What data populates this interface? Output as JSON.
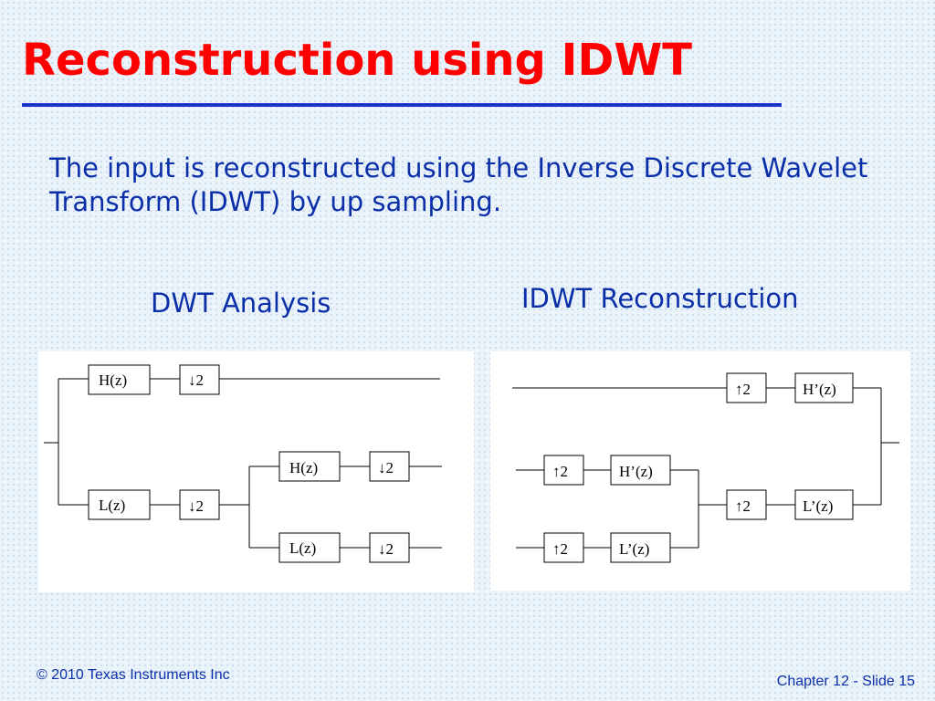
{
  "slide": {
    "title": "Reconstruction using IDWT",
    "intro": "The input is reconstructed using the Inverse Discrete Wavelet Transform (IDWT) by up sampling.",
    "captions": {
      "analysis": "DWT Analysis",
      "reconstruction": "IDWT Reconstruction"
    }
  },
  "analysis_diagram": {
    "h_filter": "H(z)",
    "l_filter": "L(z)",
    "down1": "↓2",
    "down2": "↓2",
    "h2_filter": "H(z)",
    "l2_filter": "L(z)",
    "down3": "↓2",
    "down4": "↓2"
  },
  "reconstruction_diagram": {
    "up_top": "↑2",
    "h_prime_top": "H’(z)",
    "up_mid_a": "↑2",
    "h_prime_mid": "H’(z)",
    "up_mid_b": "↑2",
    "l_prime_mid": "L’(z)",
    "up_bottom": "↑2",
    "l_prime_bottom": "L’(z)"
  },
  "footer": {
    "copyright": "© 2010 Texas Instruments Inc",
    "page": "Chapter 12 - Slide 15"
  },
  "colors": {
    "title": "#ff0000",
    "text": "#0a2fa8",
    "rule": "#1a33cc"
  }
}
